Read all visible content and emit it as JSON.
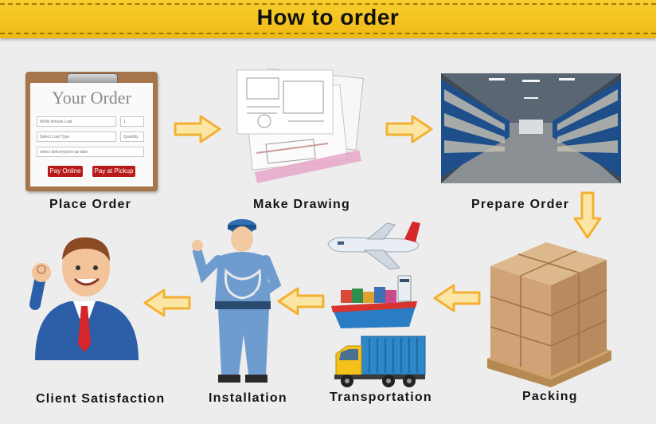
{
  "title": "How to order",
  "steps": {
    "place_order": "Place Order",
    "make_drawing": "Make Drawing",
    "prepare_order": "Prepare Order",
    "packing": "Packing",
    "transportation": "Transportation",
    "installation": "Installation",
    "client_satisfaction": "Client Satisfaction"
  },
  "order_form": {
    "heading": "Your Order",
    "field1": "White Artisan Loaf",
    "field1_qty": "1",
    "field2": "Select Loaf Type",
    "field2_qty": "Quantity",
    "field3": "select delivery/pick-up date",
    "pay_online": "Pay Online",
    "pay_pickup": "Pay at Pickup"
  },
  "colors": {
    "banner": "#f2c21f",
    "arrow": "#f4b53c",
    "button": "#b81a1a"
  }
}
